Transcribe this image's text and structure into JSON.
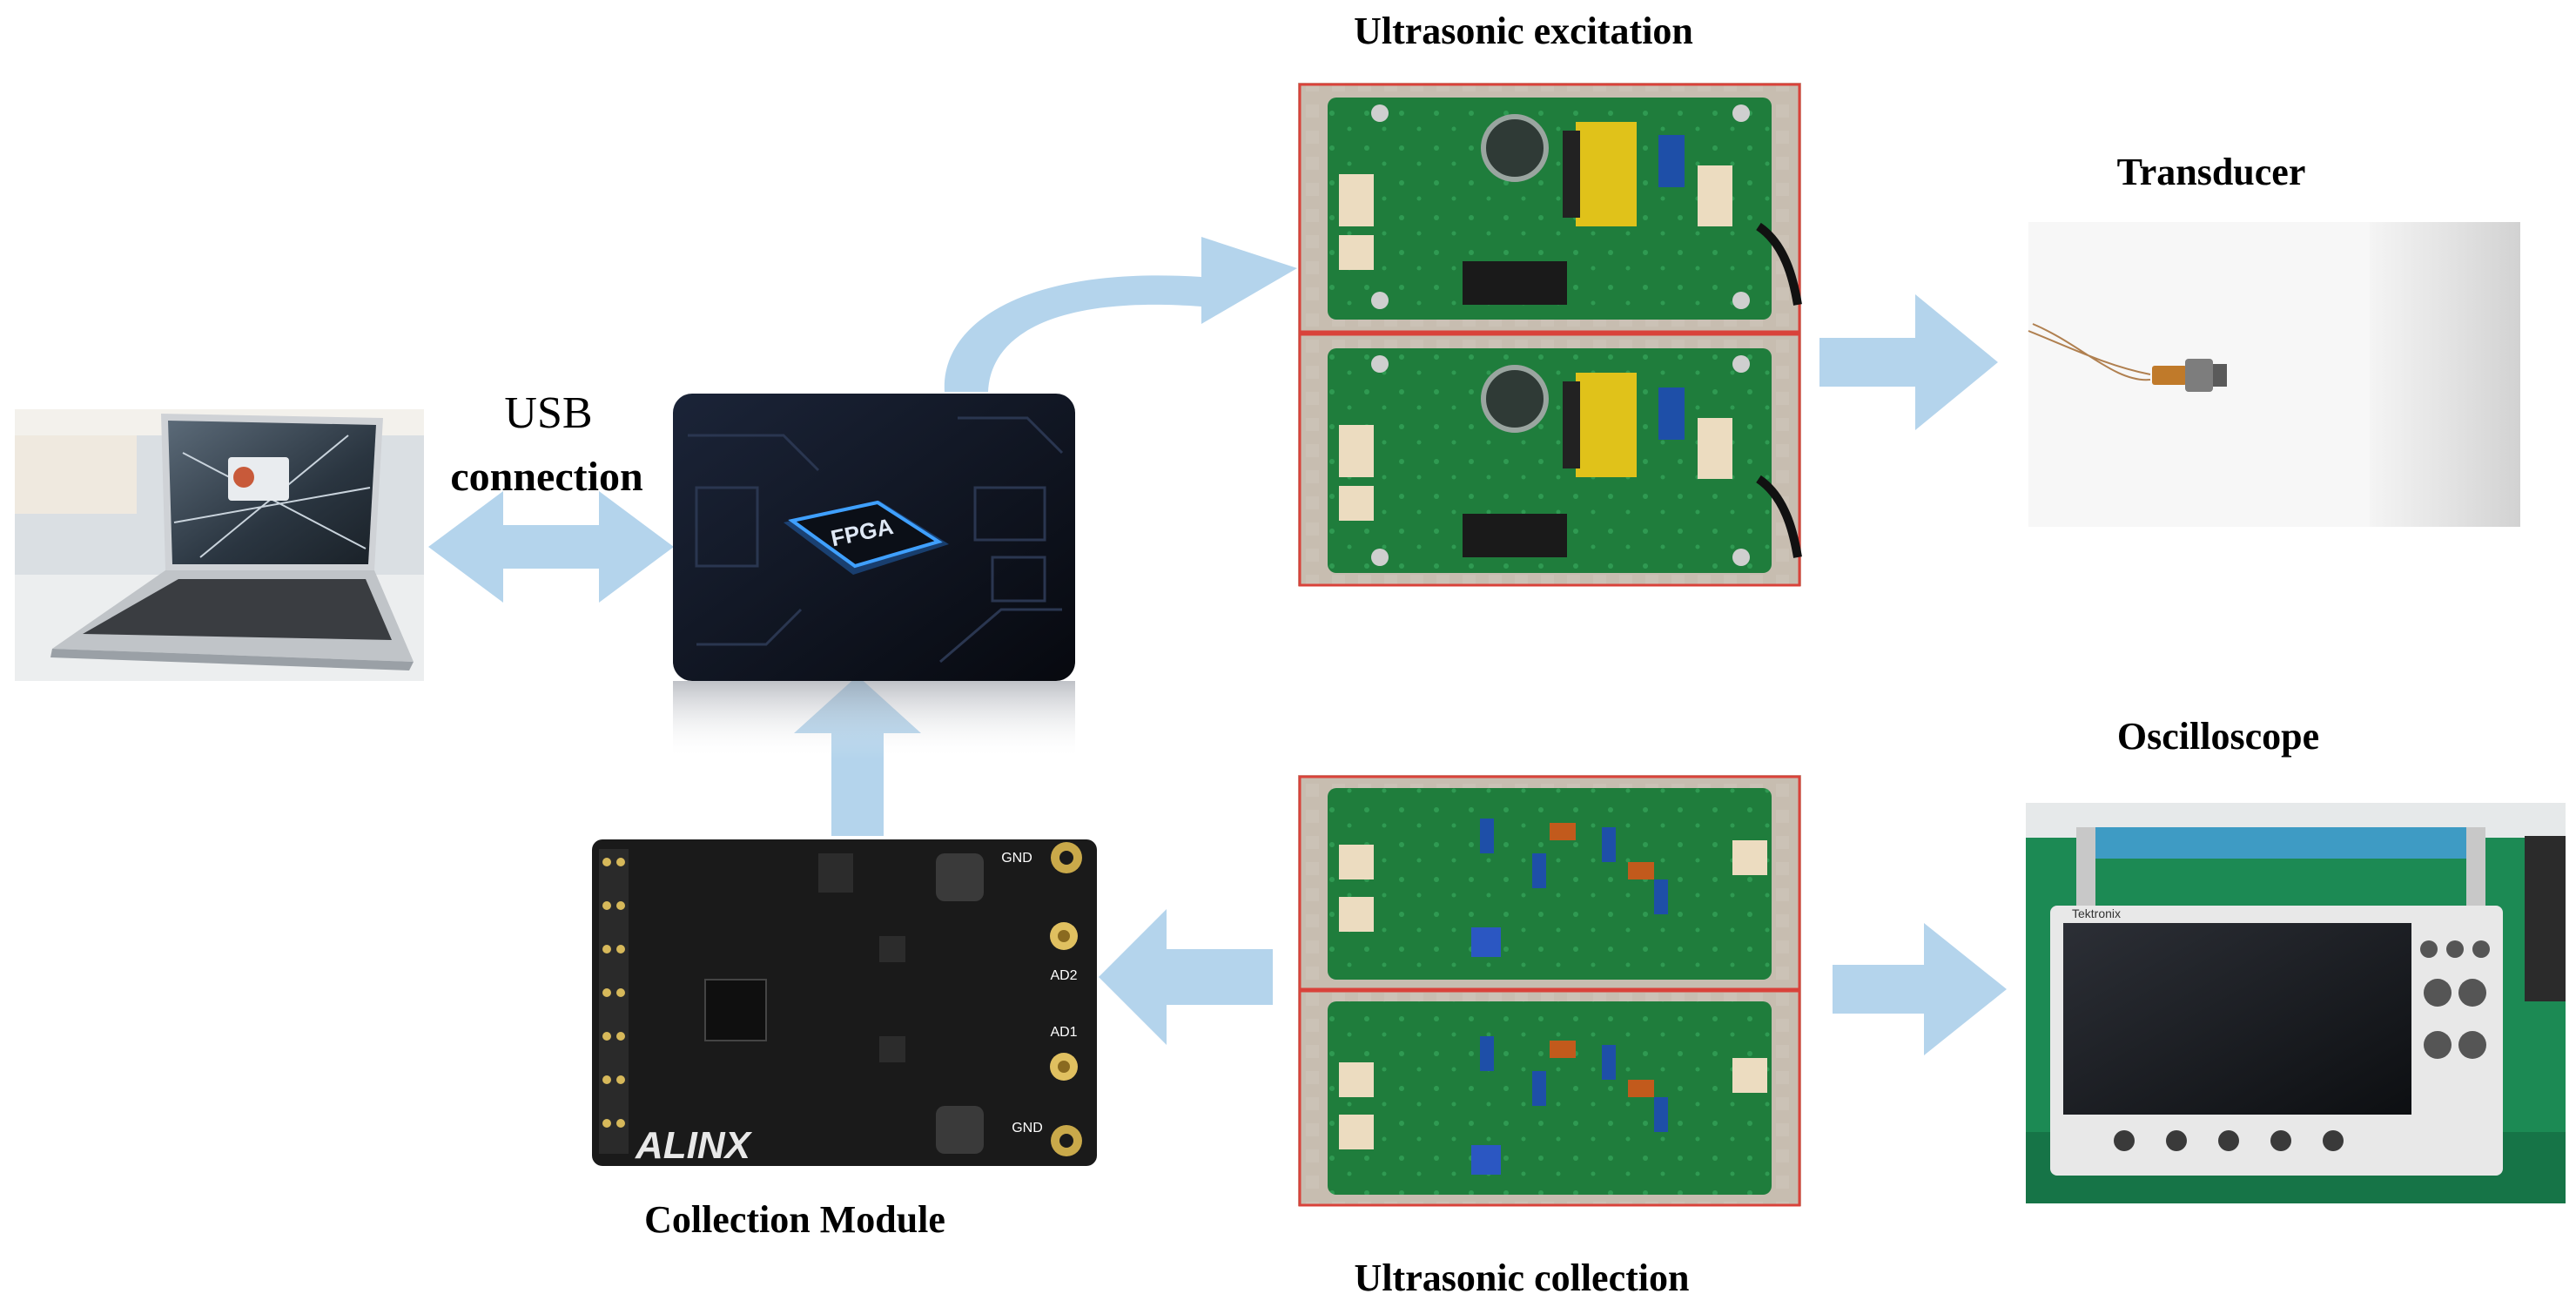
{
  "labels": {
    "usb": "USB",
    "connection": "connection",
    "fpga_chip": "FPGA",
    "excitation": "Ultrasonic excitation",
    "transducer": "Transducer",
    "oscilloscope": "Oscilloscope",
    "collection_module": "Collection Module",
    "collection": "Ultrasonic collection",
    "alinx": "ALINX",
    "ad1": "AD1",
    "ad2": "AD2",
    "gnd_top": "GND",
    "gnd_bottom": "GND",
    "tektronix": "Tektronix"
  },
  "colors": {
    "arrow": "#b4d4ec",
    "pcb_frame": "#d9423a",
    "pcb_green": "#1e7a3a",
    "fpga_dark": "#0e1626",
    "fpga_glow": "#2b8cff",
    "module_black": "#1a1a1a",
    "scope_body": "#e8e8e8",
    "bench_green": "#1c8a54"
  }
}
